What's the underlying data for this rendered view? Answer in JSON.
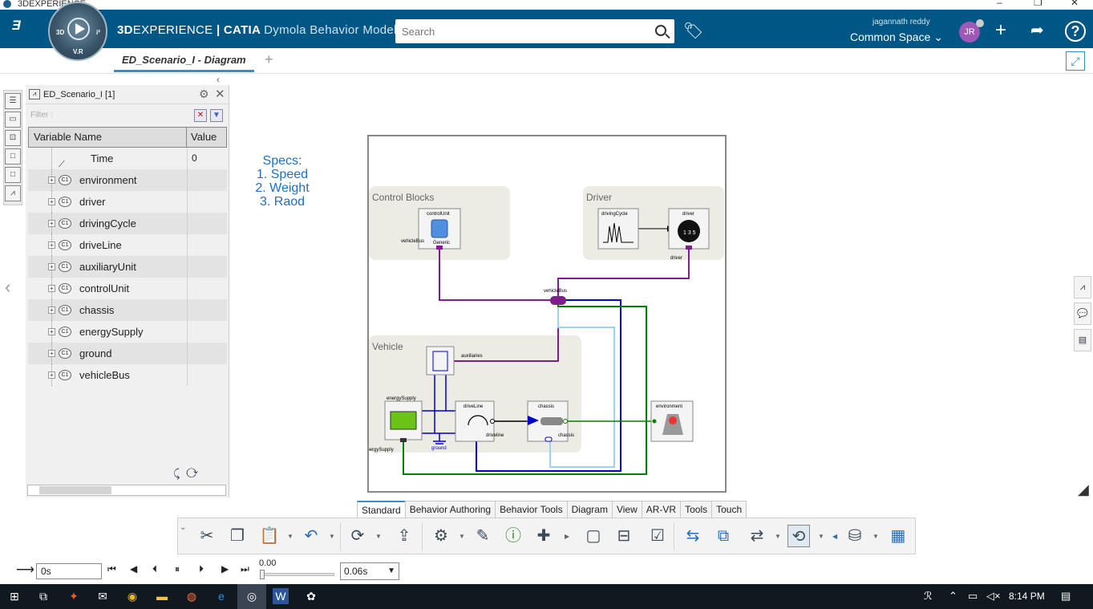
{
  "window": {
    "title": "3DEXPERIENCE"
  },
  "header": {
    "brand_bold": "3D",
    "brand_light": "EXPERIENCE",
    "brand_product": "| CATIA",
    "app_name": "Dymola Behavior Modeling",
    "search_placeholder": "Search",
    "user_name": "jagannath reddy",
    "space_name": "Common Space",
    "avatar_initials": "JR",
    "compass": {
      "top": "3D",
      "side": "i²",
      "bottom": "V.R"
    },
    "colors": {
      "header_bg": "#005685",
      "avatar": "#a058b8"
    }
  },
  "tab": {
    "label": "ED_Scenario_I - Diagram",
    "add": "+"
  },
  "panel": {
    "title": "ED_Scenario_I [1]",
    "filter_label": "Filter :",
    "col_name": "Variable Name",
    "col_value": "Value",
    "time": {
      "label": "Time",
      "value": "0"
    },
    "class_badge": "C1",
    "rows": [
      {
        "label": "environment"
      },
      {
        "label": "driver"
      },
      {
        "label": "drivingCycle"
      },
      {
        "label": "driveLine"
      },
      {
        "label": "auxiliaryUnit"
      },
      {
        "label": "controlUnit"
      },
      {
        "label": "chassis"
      },
      {
        "label": "energySupply"
      },
      {
        "label": "ground"
      },
      {
        "label": "vehicleBus"
      }
    ]
  },
  "specs": {
    "title": "Specs:",
    "items": [
      "1. Speed",
      "2. Weight",
      "3. Raod"
    ]
  },
  "diagram": {
    "groups": {
      "control": "Control Blocks",
      "driver": "Driver",
      "vehicle": "Vehicle"
    },
    "blocks": {
      "controlUnit": "controlUnit",
      "controlUnit_generic": "Generic",
      "controlUnit_port": "vehicleBus",
      "drivingCycle": "drivingCycle",
      "driver": "driver",
      "driver_port": "driver",
      "vehicleBus": "vehicleBus",
      "auxiliaries": "auxiliaries",
      "energySupply": "energySupply",
      "energySupply_port": "energySupply",
      "driveLine": "driveLine",
      "driveline_port": "driveline",
      "chassis": "chassis",
      "chassis_port": "chassis",
      "environment": "environment",
      "ground": "ground"
    },
    "colors": {
      "bus": "#7b1f8a",
      "blue": "#0000c8",
      "lightblue": "#9fd0f0",
      "green": "#008000",
      "group_bg": "#ecebe4"
    }
  },
  "action_tabs": [
    "Standard",
    "Behavior Authoring",
    "Behavior Tools",
    "Diagram",
    "View",
    "AR-VR",
    "Tools",
    "Touch"
  ],
  "action_tab_active": "Standard",
  "action_icons": [
    "cut-icon",
    "copy-icon",
    "paste-icon",
    "undo-icon",
    "update-icon",
    "share-icon",
    "connector-icon",
    "edit-icon",
    "info-icon",
    "add-component-icon",
    "rectangle-icon",
    "block-icon",
    "checkmark-icon",
    "layout-icon",
    "align-icon",
    "replace-icon",
    "simulate-icon",
    "play-icon",
    "database-icon",
    "grid-icon"
  ],
  "simulation": {
    "current_time": "0s",
    "slider_value": "0.00",
    "step": "0.06s"
  },
  "taskbar": {
    "time": "8:14 PM"
  }
}
